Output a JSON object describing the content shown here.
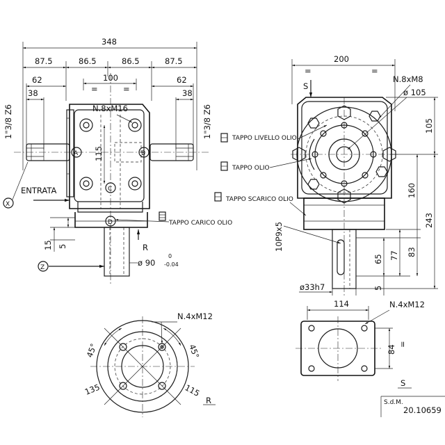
{
  "front_view": {
    "dims": {
      "overall": "348",
      "left_outer": "87.5",
      "left_inner": "86.5",
      "right_inner": "86.5",
      "right_outer": "87.5",
      "left_62": "62",
      "right_62": "62",
      "left_38": "38",
      "right_38": "38",
      "center_100": "100",
      "height_115": "115",
      "base_15": "15",
      "base_5": "5",
      "shaft_dia": "ø 90",
      "tol_upper": "0",
      "tol_lower": "-0.04"
    },
    "labels": {
      "shaft_left": "1\"3/8 Z6",
      "shaft_right": "1\"3/8 Z6",
      "bolts": "N.8xM16",
      "input": "ENTRATA",
      "carico": "TAPPO CARICO OLIO",
      "pt_a": "A",
      "pt_b": "B",
      "pt_c": "C",
      "pt_d": "D",
      "mark_x": "X",
      "mark_z": "Z",
      "mark_r": "R",
      "eq": "="
    }
  },
  "side_view": {
    "dims": {
      "width_200": "200",
      "h_105": "105",
      "h_160": "160",
      "h_243": "243",
      "h_83": "83",
      "h_77": "77",
      "h_65": "65",
      "h_5": "5",
      "key": "10P9x5",
      "shaft": "ø33h7",
      "pcd": "ø 105"
    },
    "labels": {
      "bolts": "N.8xM8",
      "livello": "TAPPO LIVELLO OLIO",
      "olio": "TAPPO OLIO",
      "scarico": "TAPPO SCARICO OLIO",
      "mark_s": "S",
      "eq": "="
    }
  },
  "flange_r": {
    "labels": {
      "bolts": "N.4xM12",
      "angle_left": "45°",
      "angle_right": "45°",
      "d_135": "135",
      "d_115": "115",
      "mark": "R"
    }
  },
  "flange_s": {
    "labels": {
      "width": "114",
      "height": "84",
      "bolts": "N.4xM12",
      "mark": "S",
      "eq": "="
    }
  },
  "title_block": {
    "sdm": "S.d.M.",
    "number": "20.10659"
  }
}
